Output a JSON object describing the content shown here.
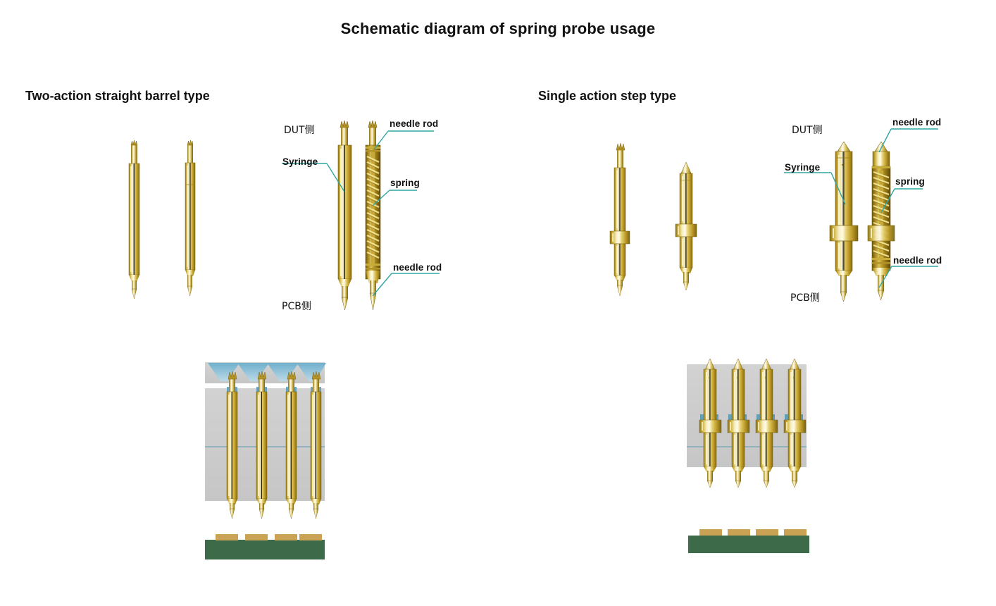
{
  "title": "Schematic diagram of spring probe usage",
  "sections": [
    {
      "heading": "Two-action straight barrel type"
    },
    {
      "heading": "Single action step type"
    }
  ],
  "labels": {
    "dut": "DUT侧",
    "pcb": "PCB侧",
    "syringe": "Syringe",
    "spring": "spring",
    "needle_rod": "needle  rod"
  },
  "left_callouts": {
    "needle_rod_top": "needle  rod",
    "needle_rod_bottom": "needle  rod",
    "syringe": "Syringe",
    "spring": "spring",
    "dut_side": "DUT侧",
    "pcb_side": "PCB侧"
  },
  "right_callouts": {
    "needle_rod_top": "needle  rod",
    "needle_rod_bottom": "needle  rod",
    "syringe": "Syringe",
    "spring": "spring",
    "dut_side": "DUT侧",
    "pcb_side": "PCB侧"
  },
  "colors": {
    "brass_light": "#fbf3c0",
    "brass_mid": "#d8b83c",
    "brass_dark": "#9a7d16",
    "brass_edge": "#7d6410",
    "leader_line": "#2fa6a0",
    "plate_gray": "#cdcdcd",
    "bore_blue": "#5ca3c4",
    "pcb_green": "#3d6b4a",
    "pad_tan": "#c9a253",
    "text": "#111111",
    "background": "#ffffff"
  },
  "assembly": {
    "probe_count": 4,
    "left_plates": [
      "top-guide-plate",
      "main-guide-plate"
    ],
    "right_plates": [
      "main-guide-plate"
    ],
    "pcb_pads": 4
  }
}
